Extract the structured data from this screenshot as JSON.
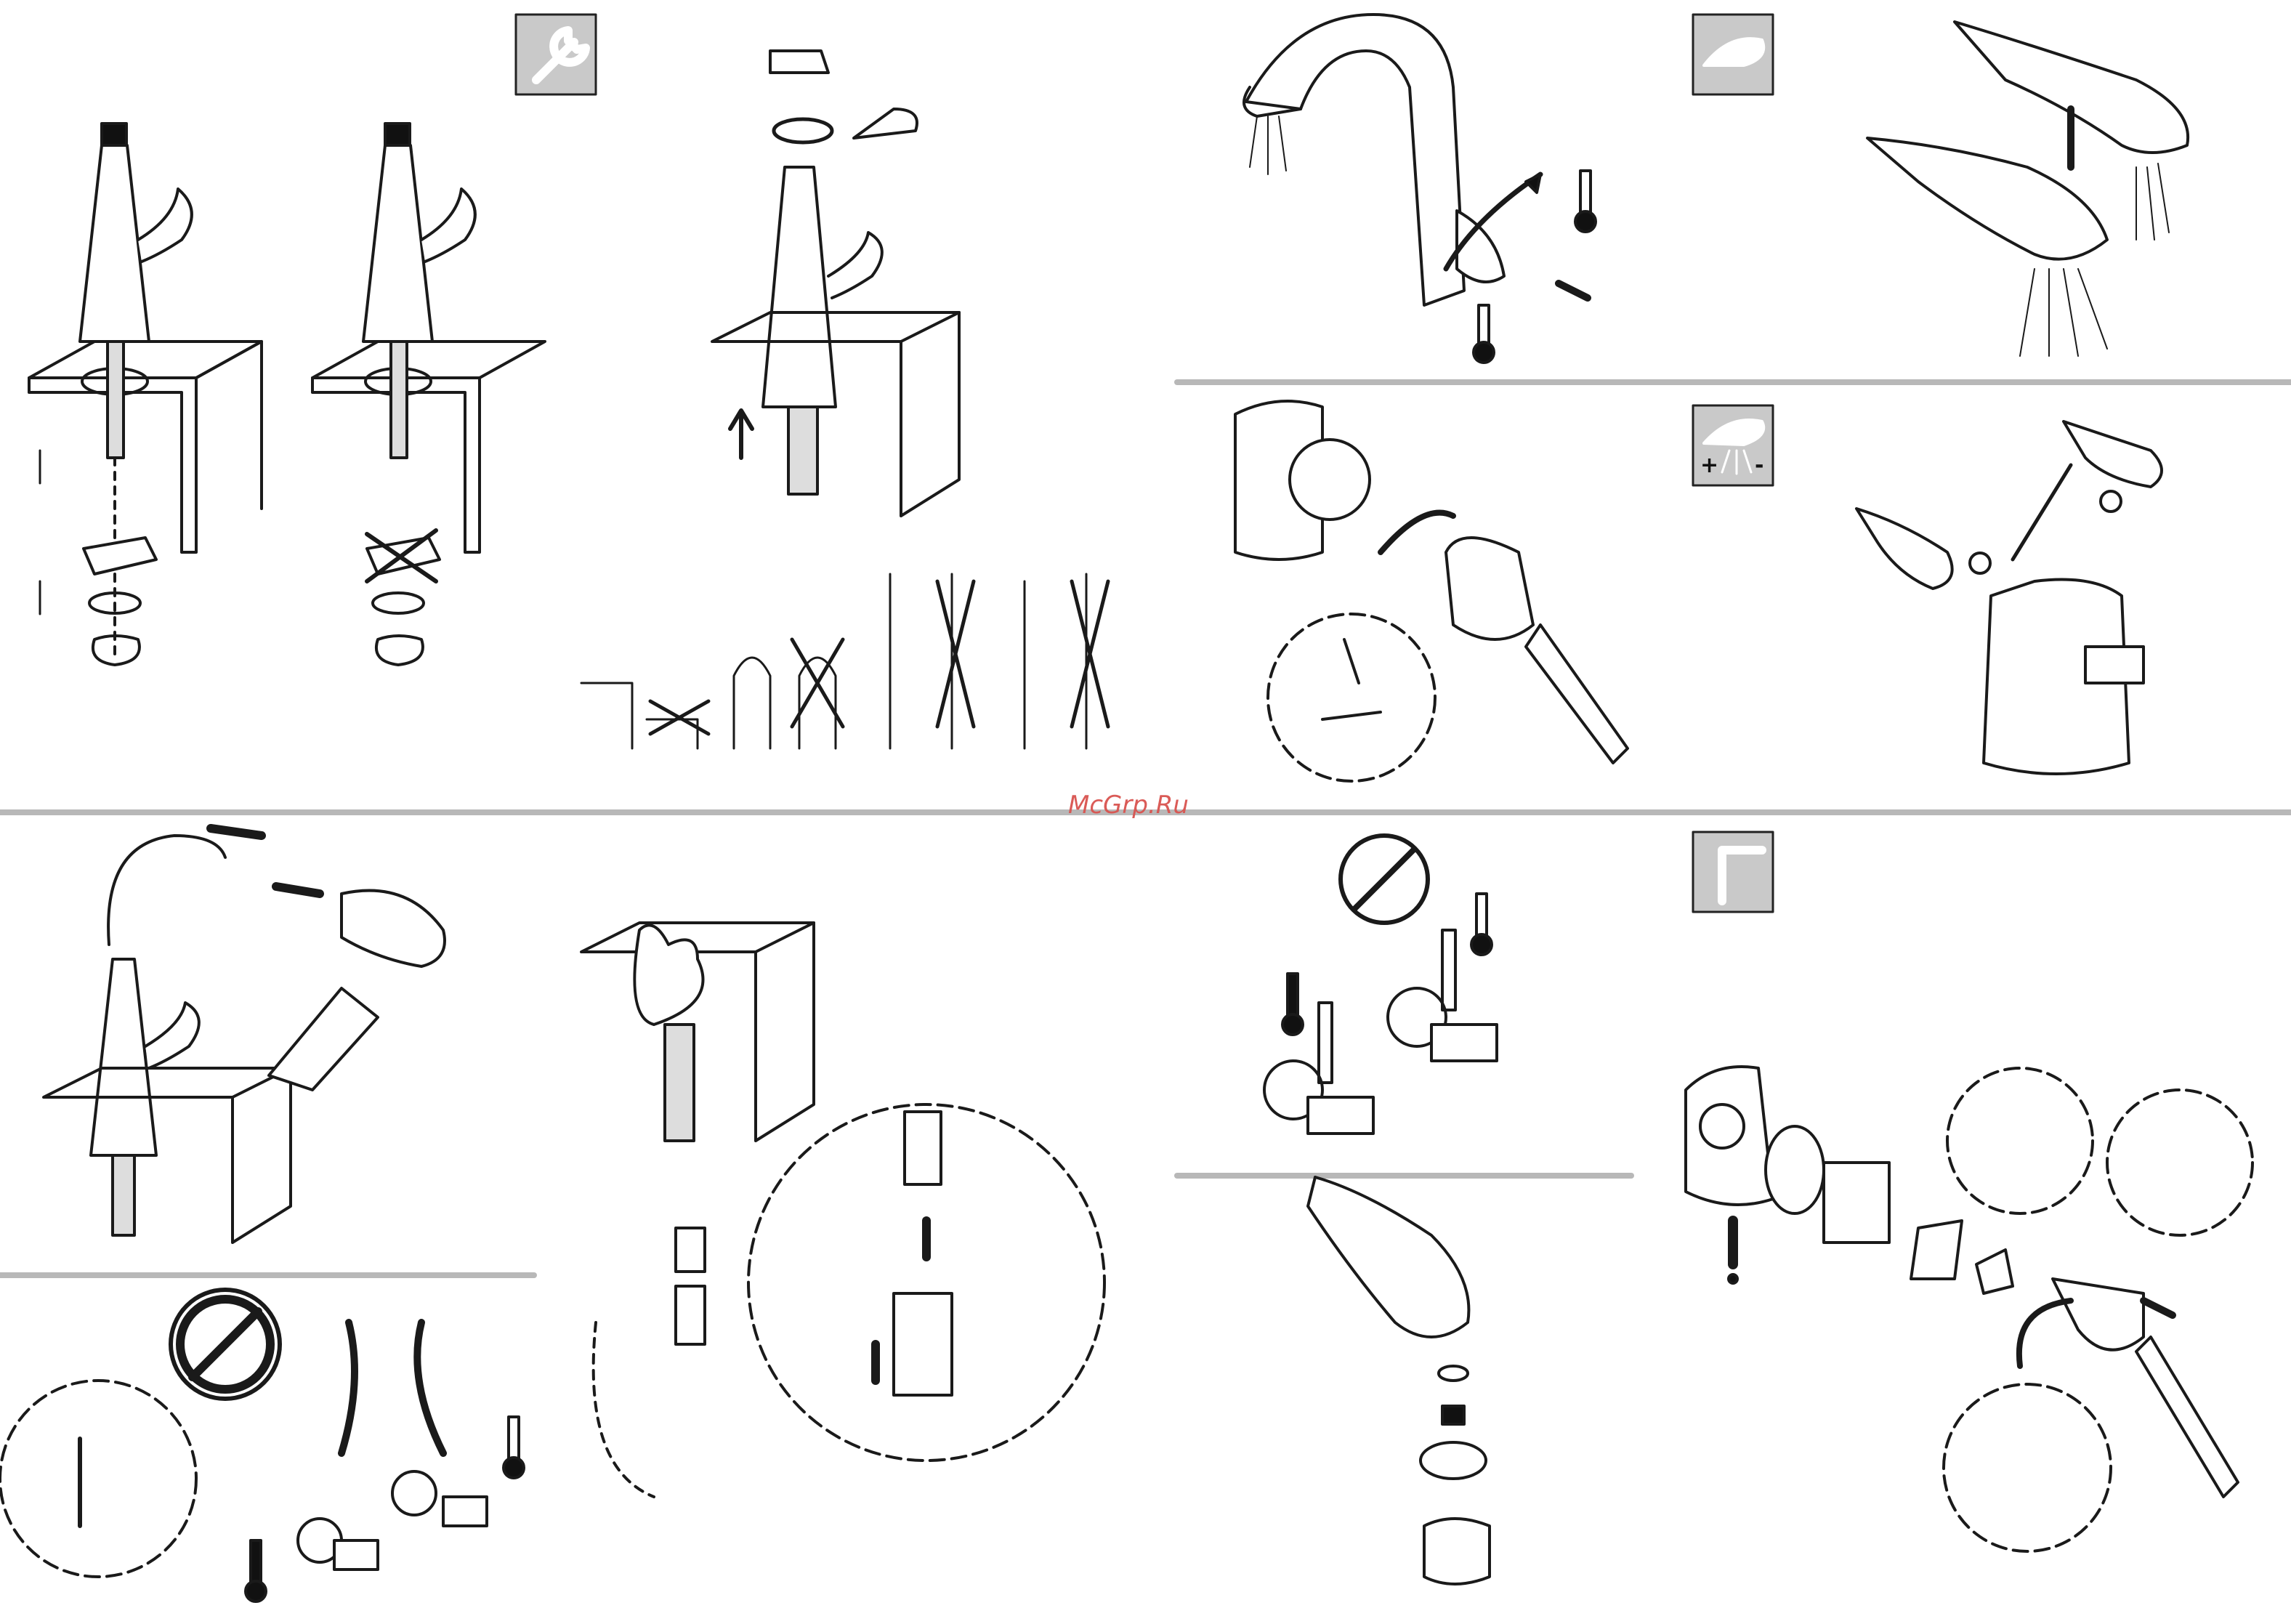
{
  "watermark": {
    "text": "McGrp.Ru"
  },
  "panels": [
    {
      "id": "mount-steps",
      "icons": [
        "wrench-icon"
      ]
    },
    {
      "id": "temperature-operation",
      "icons": [
        "spray-head-icon"
      ]
    },
    {
      "id": "flow-adjustment",
      "icons": [
        "spray-head-icon"
      ],
      "signs": [
        "+",
        "-"
      ]
    },
    {
      "id": "hose-connection",
      "icons": [
        "no-drops-icon"
      ]
    },
    {
      "id": "flushing",
      "icons": [
        "no-spray-icon"
      ]
    },
    {
      "id": "cartridge-replacement",
      "icons": [
        "hex-key-icon"
      ]
    }
  ],
  "colors": {
    "line": "#1a1a1a",
    "divider": "#b8b8b8",
    "hot": "#111111",
    "watermark": "#d9534f"
  }
}
